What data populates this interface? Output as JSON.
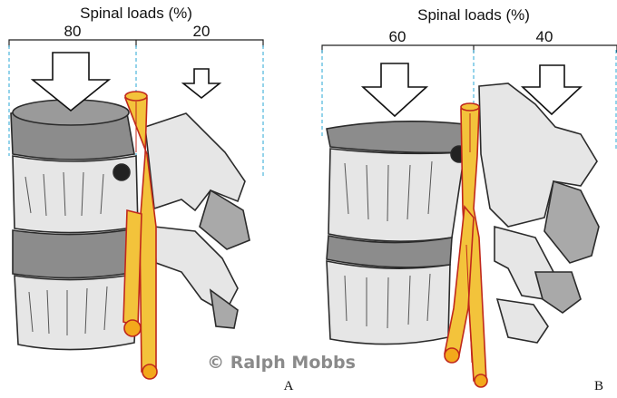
{
  "panels": [
    {
      "id": "A",
      "title": "Spinal loads (%)",
      "loads": {
        "anterior": "80",
        "posterior": "20"
      },
      "letter": "A"
    },
    {
      "id": "B",
      "title": "Spinal loads (%)",
      "loads": {
        "anterior": "60",
        "posterior": "40"
      },
      "letter": "B"
    }
  ],
  "watermark": "© Ralph Mobbs",
  "colors": {
    "bone": "#e6e6e6",
    "bone_shadow": "#a9a9a9",
    "disc": "#8c8c8c",
    "nerve": "#f3c33b",
    "nerve_edge": "#c0281c",
    "bracket": "#2aa7d6",
    "outline": "#2b2b2b"
  }
}
